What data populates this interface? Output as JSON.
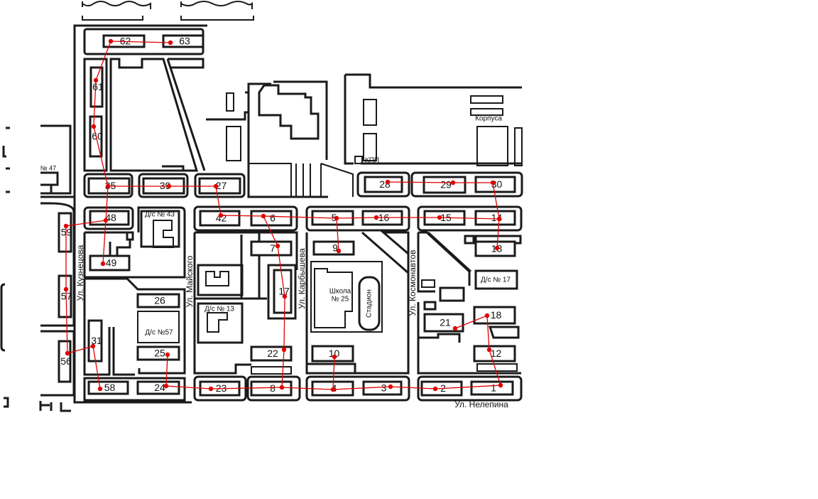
{
  "map": {
    "streets": {
      "kuznetsova": "Ул. Кузнецова",
      "mayskogo": "Ул. Майского",
      "karbysheva": "Ул. Карбышева",
      "kosmonavtov": "Ул. Космонавтов",
      "nelepina": "Ул. Нелепина"
    },
    "landmarks": {
      "ds43": "Д/с № 43",
      "ds13": "Д/с № 13",
      "ds57": "Д/с №57",
      "ds17": "Д/с № 17",
      "school_line1": "Школа",
      "school_line2": "№ 25",
      "stadium": "Стадион",
      "korpusa": "Корпуса",
      "kpp": "КПП",
      "n47": "№ 47"
    },
    "buildings": [
      "62",
      "63",
      "61",
      "60",
      "35",
      "39",
      "27",
      "28",
      "29",
      "30",
      "48",
      "42",
      "6",
      "5",
      "16",
      "15",
      "14",
      "9",
      "13",
      "7",
      "49",
      "59",
      "57",
      "56",
      "31",
      "26",
      "25",
      "58",
      "24",
      "23",
      "8",
      "4",
      "3",
      "2",
      "1",
      "22",
      "17",
      "10",
      "21",
      "18",
      "12"
    ],
    "route_color": "#e00000"
  }
}
